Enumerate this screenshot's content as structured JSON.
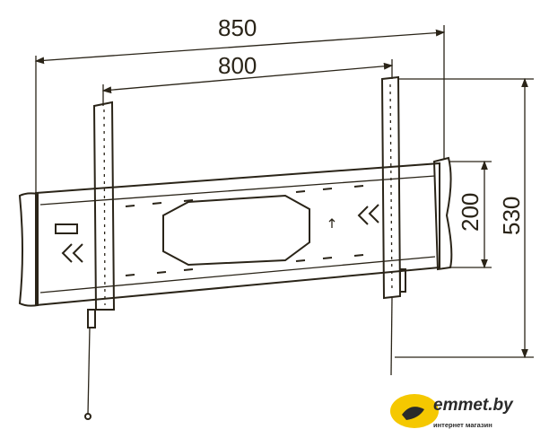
{
  "dimensions": {
    "overall_width": "850",
    "hole_spacing_width": "800",
    "overall_height": "530",
    "hole_spacing_height": "200"
  },
  "logo": {
    "name": "emmet.by",
    "tagline": "интернет магазин",
    "accent_color": "#f5c800"
  },
  "colors": {
    "line": "#2a2418"
  }
}
